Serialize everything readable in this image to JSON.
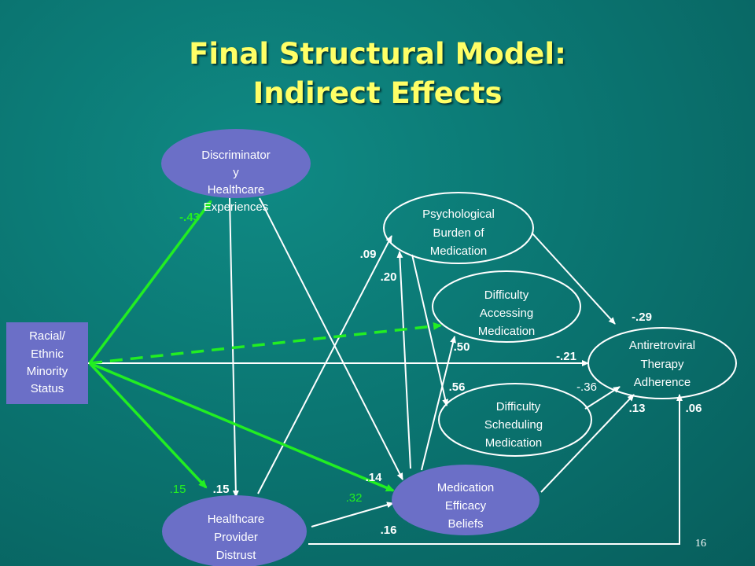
{
  "title": {
    "line1": "Final Structural Model:",
    "line2": "Indirect Effects"
  },
  "page_number": "16",
  "colors": {
    "background": "#0b7672",
    "title": "#ffff66",
    "node_fill": "#6b6fc7",
    "white_path": "#ffffff",
    "green_path": "#22ee22"
  },
  "nodes": {
    "racial": [
      "Racial/",
      "Ethnic",
      "Minority",
      "Status"
    ],
    "discrim": [
      "Discriminator",
      "y",
      "Healthcare",
      "Experiences"
    ],
    "psych": [
      "Psychological",
      "Burden of",
      "Medication"
    ],
    "access": [
      "Difficulty",
      "Accessing",
      "Medication"
    ],
    "art": [
      "Antiretroviral",
      "Therapy",
      "Adherence"
    ],
    "sched": [
      "Difficulty",
      "Scheduling",
      "Medication"
    ],
    "efficacy": [
      "Medication",
      "Efficacy",
      "Beliefs"
    ],
    "distrust": [
      "Healthcare",
      "Provider",
      "Distrust"
    ]
  },
  "coefficients": {
    "green_race_discrim": "-.43",
    "green_race_distrust": ".15",
    "green_race_efficacy": ".32",
    "discrim_distrust": ".15",
    "discrim_efficacy": ".14",
    "distrust_psych": ".09",
    "efficacy_psych": ".20",
    "efficacy_access": ".50",
    "psych_sched": ".56",
    "psych_art": "-.29",
    "race_art": "-.21",
    "sched_art": "-.36",
    "efficacy_art": ".13",
    "distrust_art": ".06",
    "distrust_efficacy": ".16"
  }
}
